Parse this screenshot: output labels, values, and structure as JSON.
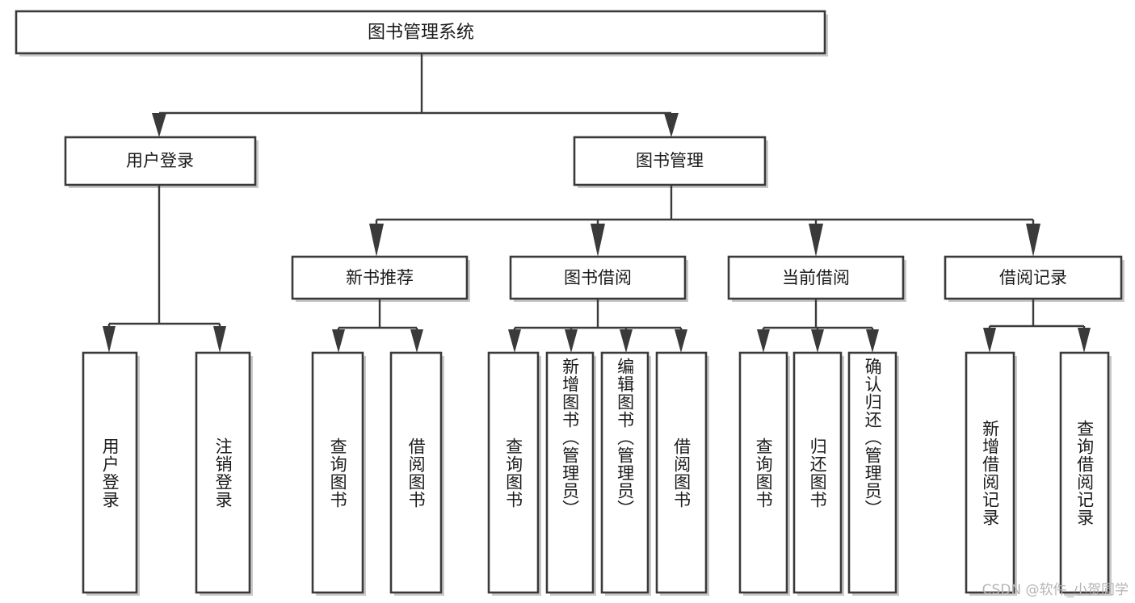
{
  "diagram": {
    "title": "图书管理系统",
    "type": "tree-hierarchy",
    "watermark": "CSDN @软件_小贺同学",
    "colors": {
      "box_stroke": "#3a3a3a",
      "box_fill": "#ffffff",
      "text": "#1b1b1b",
      "watermark": "#b4b4b4",
      "background": "#ffffff"
    }
  },
  "nodes": {
    "root": {
      "label": "图书管理系统"
    },
    "level2": [
      {
        "label": "用户登录"
      },
      {
        "label": "图书管理"
      }
    ],
    "level3": [
      {
        "label": "新书推荐"
      },
      {
        "label": "图书借阅"
      },
      {
        "label": "当前借阅"
      },
      {
        "label": "借阅记录"
      }
    ],
    "leaves": {
      "user_login": [
        {
          "label": "用户登录"
        },
        {
          "label": "注销登录"
        }
      ],
      "new_book": [
        {
          "label": "查询图书"
        },
        {
          "label": "借阅图书"
        }
      ],
      "book_borrow": [
        {
          "label": "查询图书"
        },
        {
          "label": "新增图书（管理员）"
        },
        {
          "label": "编辑图书（管理员）"
        },
        {
          "label": "借阅图书"
        }
      ],
      "current_borrow": [
        {
          "label": "查询图书"
        },
        {
          "label": "归还图书"
        },
        {
          "label": "确认归还（管理员）"
        }
      ],
      "borrow_record": [
        {
          "label": "新增借阅记录"
        },
        {
          "label": "查询借阅记录"
        }
      ]
    }
  }
}
